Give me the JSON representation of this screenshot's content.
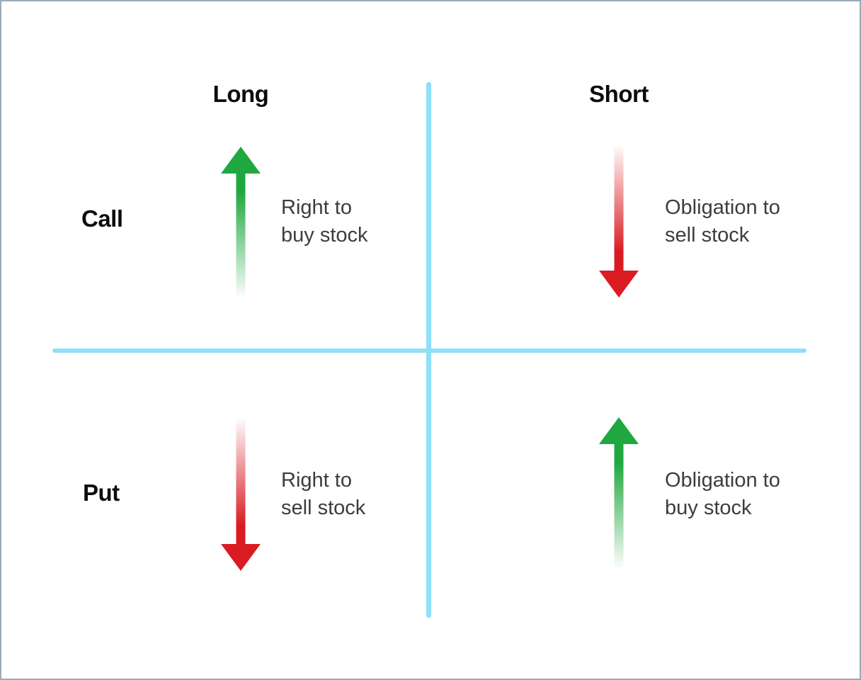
{
  "colors": {
    "green-arrow": "#1fa83f",
    "red-arrow": "#da1c22",
    "axis-line": "#8edff8",
    "page-border": "#9aabb8",
    "heading-text": "#0c0c0c",
    "body-text": "#3d3d3d",
    "background": "#ffffff"
  },
  "column_headers": {
    "left": "Long",
    "right": "Short"
  },
  "row_headers": {
    "top": "Call",
    "bottom": "Put"
  },
  "quadrants": [
    {
      "id": "call-long",
      "arrow": "green-up",
      "lines": [
        "Right to",
        "buy stock"
      ]
    },
    {
      "id": "call-short",
      "arrow": "red-down",
      "lines": [
        "Obligation to",
        "sell stock"
      ]
    },
    {
      "id": "put-long",
      "arrow": "red-down",
      "lines": [
        "Right to",
        "sell stock"
      ]
    },
    {
      "id": "put-short",
      "arrow": "green-up",
      "lines": [
        "Obligation to",
        "buy stock"
      ]
    }
  ]
}
